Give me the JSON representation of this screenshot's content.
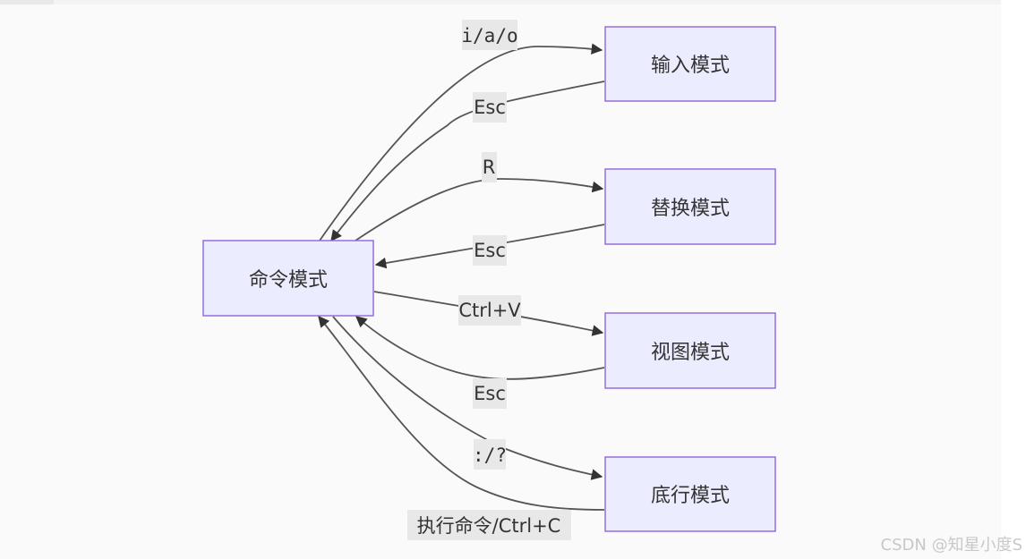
{
  "nodes": {
    "command": "命令模式",
    "input": "输入模式",
    "replace": "替换模式",
    "visual": "视图模式",
    "lastline": "底行模式"
  },
  "edges": {
    "to_input": "i/a/o",
    "from_input": "Esc",
    "to_replace": "R",
    "from_replace": "Esc",
    "to_visual": "Ctrl+V",
    "from_visual": "Esc",
    "to_lastline": ":/?",
    "from_lastline": "执行命令/Ctrl+C"
  },
  "watermark": "CSDN @知星小度S",
  "colors": {
    "node_fill": "#ececff",
    "node_border": "#9370db",
    "edge": "#555555",
    "label_bg": "#e8e8e8"
  }
}
